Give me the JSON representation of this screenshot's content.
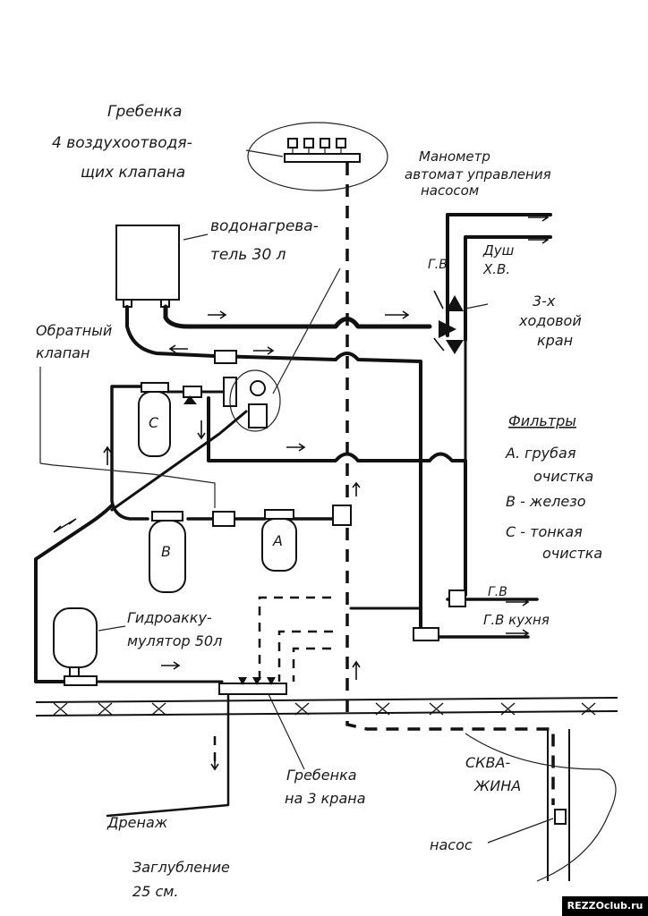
{
  "labels": {
    "manifold_top": "Гребенка",
    "air_valves_1": "4 воздухоотводя-",
    "air_valves_2": "щих клапана",
    "heater_1": "водонагрева-",
    "heater_2": "тель 30 л",
    "pressure_1": "Манометр",
    "pressure_2": "автомат управления",
    "pressure_3": "насосом",
    "shower_1": "Душ",
    "shower_2": "Х.В.",
    "gv_shower": "Г.В",
    "valve3_1": "3-х",
    "valve3_2": "ходовой",
    "valve3_3": "кран",
    "check_1": "Обратный",
    "check_2": "клапан",
    "filters_title": "Фильтры",
    "filter_a_1": "А. грубая",
    "filter_a_2": "очистка",
    "filter_b": "В - железо",
    "filter_c_1": "С - тонкая",
    "filter_c_2": "очистка",
    "tank_c": "С",
    "tank_b": "В",
    "tank_a": "А",
    "gv_kitchen_top": "Г.В",
    "kitchen": "Г.В  кухня",
    "accum_1": "Гидроакку-",
    "accum_2": "мулятор 50л",
    "manifold_bottom_1": "Гребенка",
    "manifold_bottom_2": "на 3 крана",
    "well_1": "СКВА-",
    "well_2": "ЖИНА",
    "pump": "насос",
    "drain": "Дренаж",
    "depth_1": "Заглубление",
    "depth_2": "25 см."
  },
  "watermark": "REZZOclub.ru"
}
